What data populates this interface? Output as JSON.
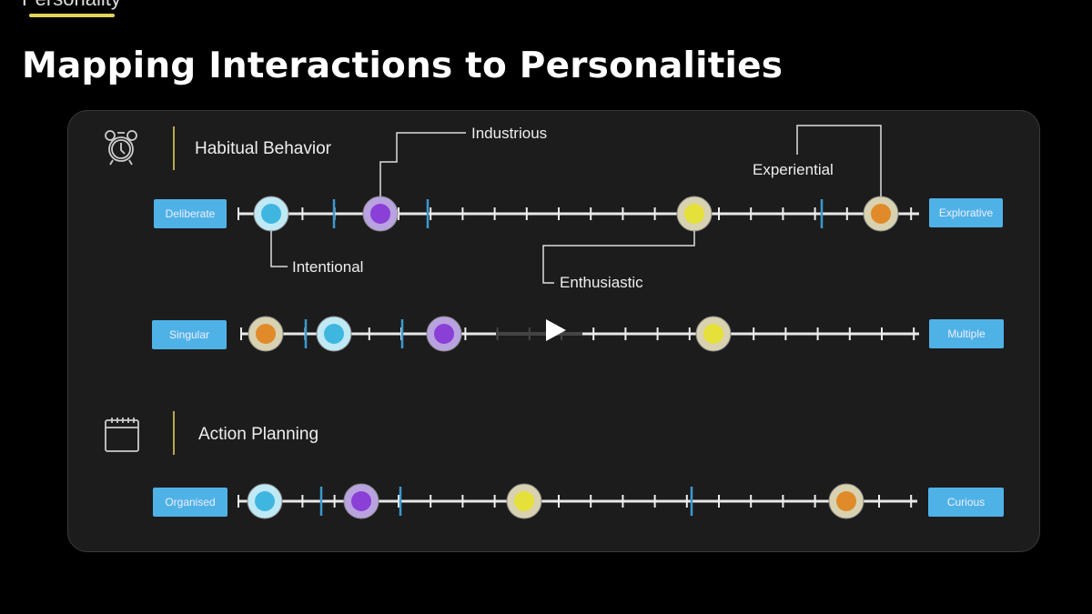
{
  "header": {
    "kicker": "Personality",
    "title": "Mapping Interactions to Personalities"
  },
  "sections": [
    {
      "title": "Habitual Behavior",
      "icon": "alarm-clock-icon"
    },
    {
      "title": "Action Planning",
      "icon": "calendar-icon"
    }
  ],
  "scales": [
    {
      "left": "Deliberate",
      "right": "Explorative",
      "markers": [
        "intentional",
        "industrious",
        "enthusiastic",
        "experiential"
      ]
    },
    {
      "left": "Singular",
      "right": "Multiple",
      "markers": [
        "experiential",
        "intentional",
        "industrious",
        "enthusiastic"
      ]
    },
    {
      "left": "Organised",
      "right": "Curious",
      "markers": [
        "intentional",
        "industrious",
        "enthusiastic",
        "experiential"
      ]
    }
  ],
  "callouts": {
    "industrious": "Industrious",
    "intentional": "Intentional",
    "enthusiastic": "Enthusiastic",
    "experiential": "Experiential"
  },
  "colors": {
    "intentional": "#3fb6e0",
    "industrious": "#8a3fd6",
    "enthusiastic": "#e6e03a",
    "experiential": "#e08a2a",
    "pill": "#4fb2e6",
    "divider": "#3a9ad0",
    "accent": "#e2d35a"
  },
  "player": {
    "icon": "play-icon"
  }
}
